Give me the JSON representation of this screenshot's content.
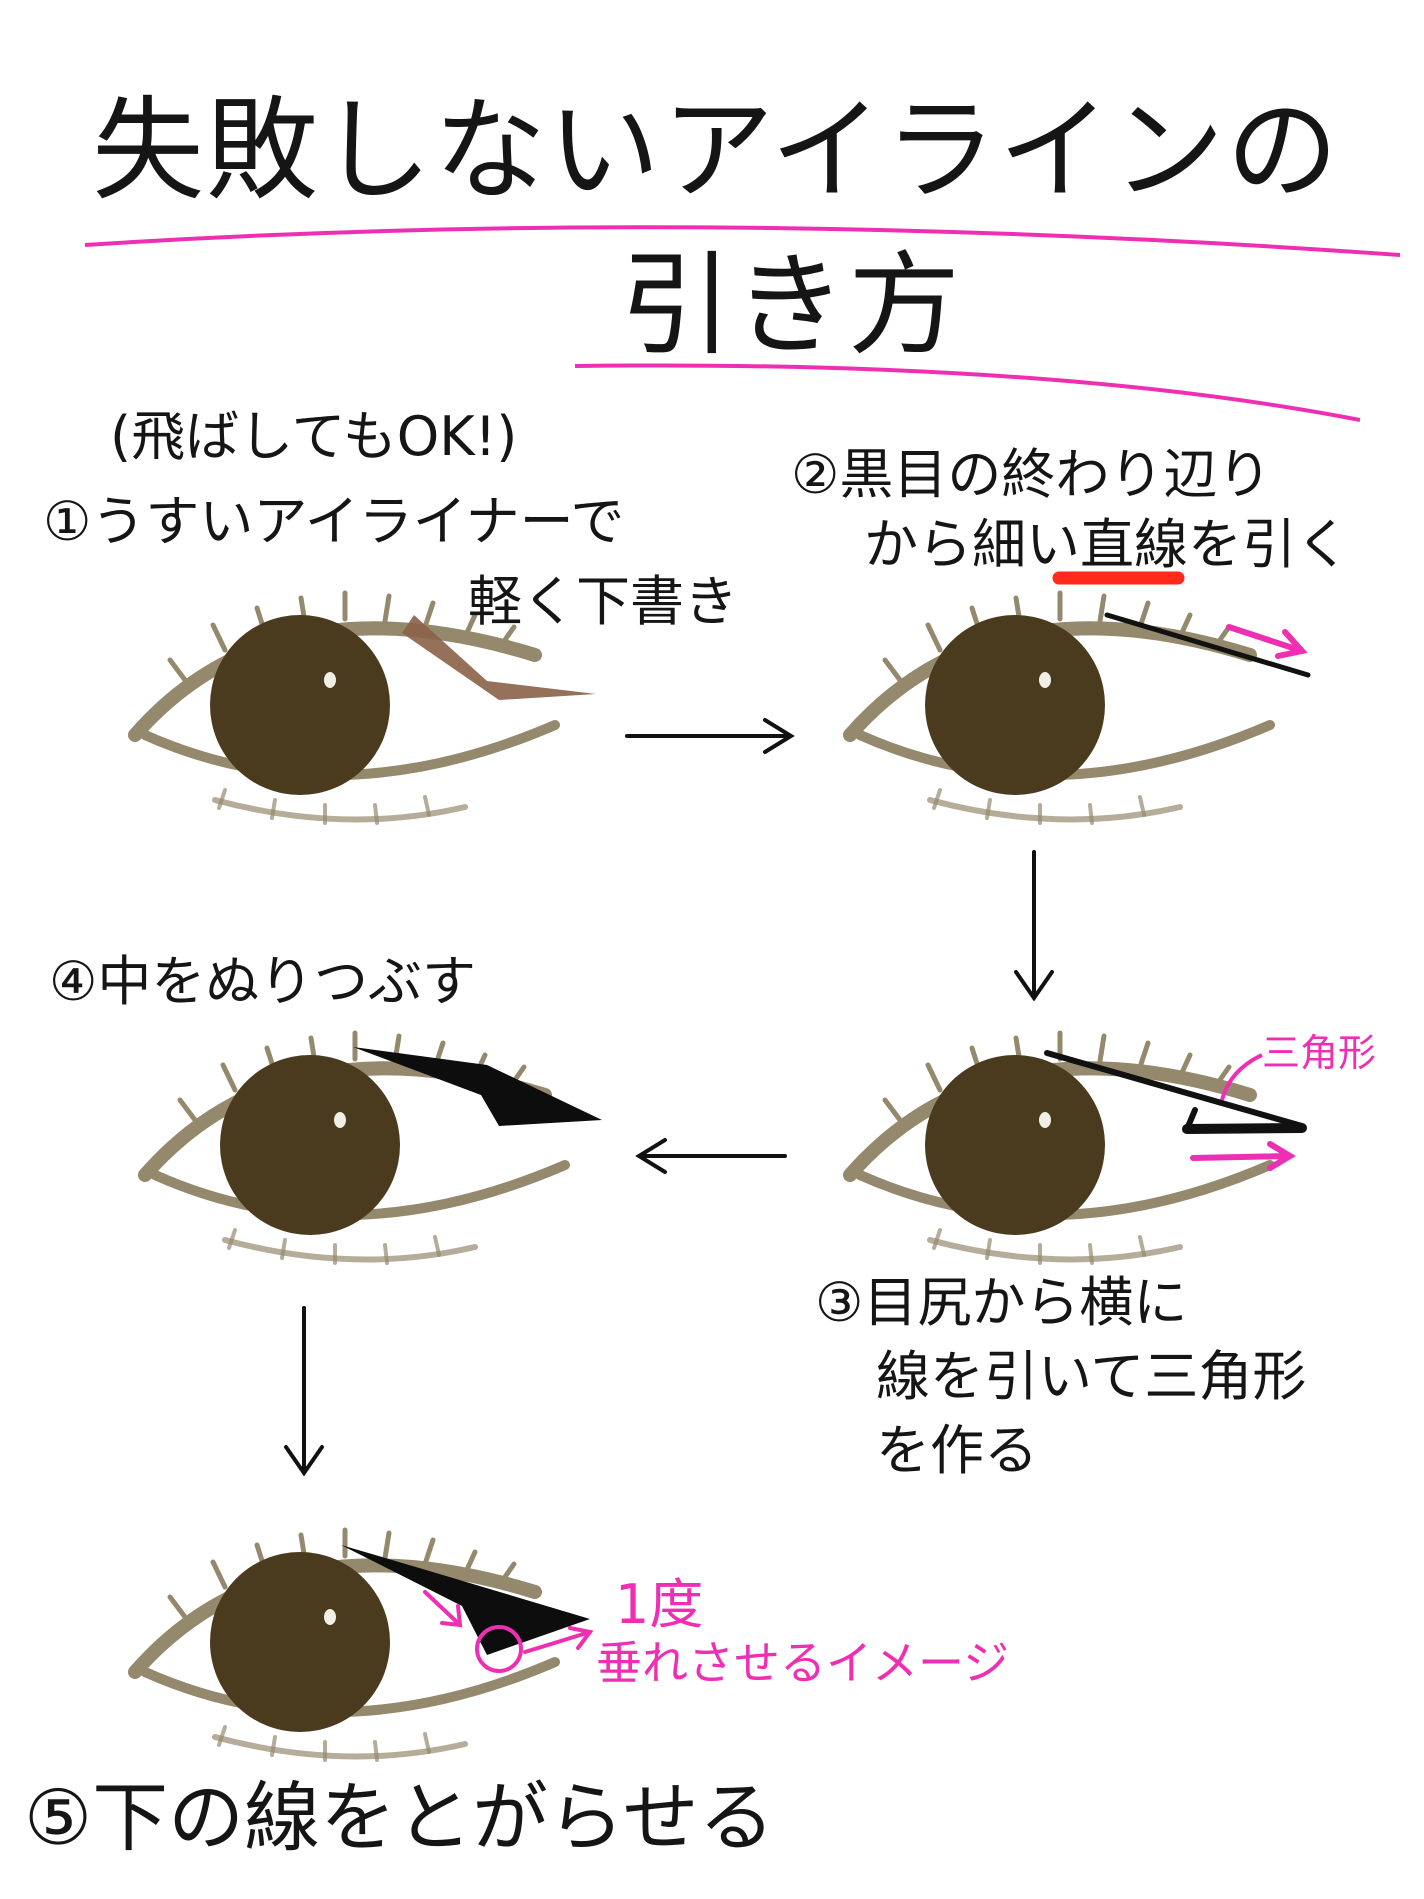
{
  "title": {
    "line1": "失敗しないアイラインの",
    "line2": "引き方"
  },
  "steps": {
    "step1_note": "(飛ばしてもOK!)",
    "step1_line1": "①うすいアイライナーで",
    "step1_line2": "軽く下書き",
    "step2_line1": "②黒目の終わり辺り",
    "step2_line2": "から細い直線を引く",
    "step3_line1": "③目尻から横に",
    "step3_line2": "線を引いて三角形",
    "step3_line3": "を作る",
    "step3_annotation": "三角形",
    "step4": "④中をぬりつぶす",
    "step5": "⑤下の線をとがらせる",
    "step5_annotation_line1": "1度",
    "step5_annotation_line2": "垂れさせるイメージ"
  },
  "colors": {
    "ink": "#151515",
    "accent_pink": "#ee2fb4",
    "highlight_red": "#ff2a1a",
    "iris": "#4a3a1e",
    "lid": "#8a7d5e",
    "draft_liner": "#8a6248"
  }
}
